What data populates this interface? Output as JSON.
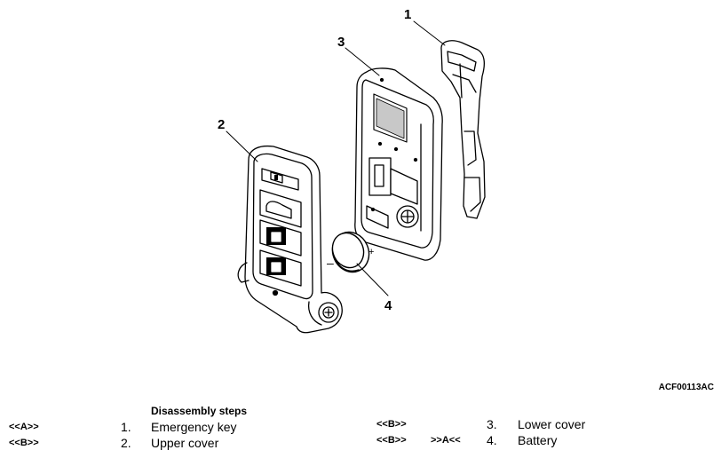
{
  "figure": {
    "callouts": [
      "1",
      "2",
      "3",
      "4"
    ],
    "polarity": {
      "minus": "–",
      "plus": "+"
    },
    "code": "ACF00113AC"
  },
  "steps": {
    "title": "Disassembly steps",
    "items": [
      {
        "tag_left": "<<A>>",
        "tag_mid": "",
        "number": "1.",
        "name": "Emergency key"
      },
      {
        "tag_left": "<<B>>",
        "tag_mid": "",
        "number": "2.",
        "name": "Upper cover"
      },
      {
        "tag_left": "<<B>>",
        "tag_mid": "",
        "number": "3.",
        "name": "Lower cover"
      },
      {
        "tag_left": "<<B>>",
        "tag_mid": ">>A<<",
        "number": "4.",
        "name": "Battery"
      }
    ]
  }
}
